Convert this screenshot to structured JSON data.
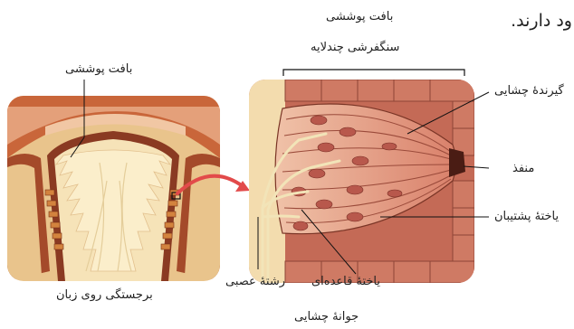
{
  "heading_fragment": "ود دارند.",
  "labels": {
    "epithelium_top_1": "بافت پوششی",
    "epithelium_top_2": "سنگفرشی چندلایه",
    "epithelium_left": "بافت پوششی",
    "gustatory_receptor": "گیرندهٔ چشایی",
    "pore": "منفذ",
    "supporting_cell": "یاختهٔ پشتیبان",
    "basal_cell": "یاختهٔ قاعده‌ای",
    "nerve_fiber": "رشتهٔ عصبی",
    "papilla": "برجستگی روی زبان",
    "taste_bud": "جوانهٔ چشایی"
  },
  "colors": {
    "tissue_light": "#f3dcae",
    "tissue_mid": "#e8b98a",
    "mucosa": "#b4552f",
    "mucosa_dark": "#8a3a22",
    "bud_cells": "#e6a48c",
    "nucleus": "#b8584c",
    "nerve": "#f2e4b8",
    "arrow": "#e24a4a"
  }
}
